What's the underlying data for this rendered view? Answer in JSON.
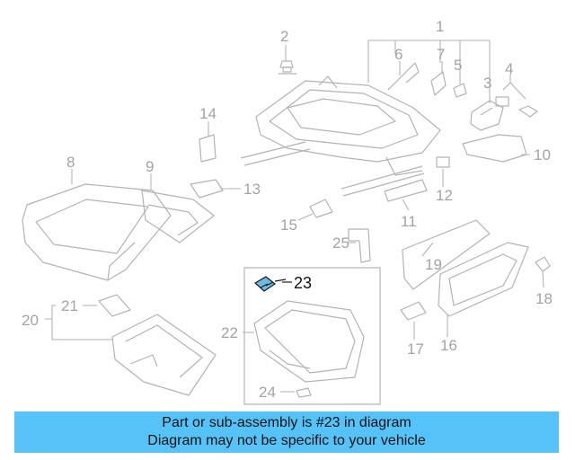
{
  "diagram": {
    "labels": [
      "1",
      "2",
      "3",
      "4",
      "5",
      "6",
      "7",
      "8",
      "9",
      "10",
      "11",
      "12",
      "13",
      "14",
      "15",
      "16",
      "17",
      "18",
      "19",
      "20",
      "21",
      "22",
      "23",
      "24",
      "25"
    ],
    "highlight_label": "23",
    "highlight_color": "#2a8fd0",
    "line_color": "#b3b3b3",
    "label_color": "#a3a3a3"
  },
  "banner": {
    "line1": "Part or sub-assembly is #23 in diagram",
    "line2": "Diagram may not be specific to your vehicle",
    "background": "#55c3f7"
  }
}
